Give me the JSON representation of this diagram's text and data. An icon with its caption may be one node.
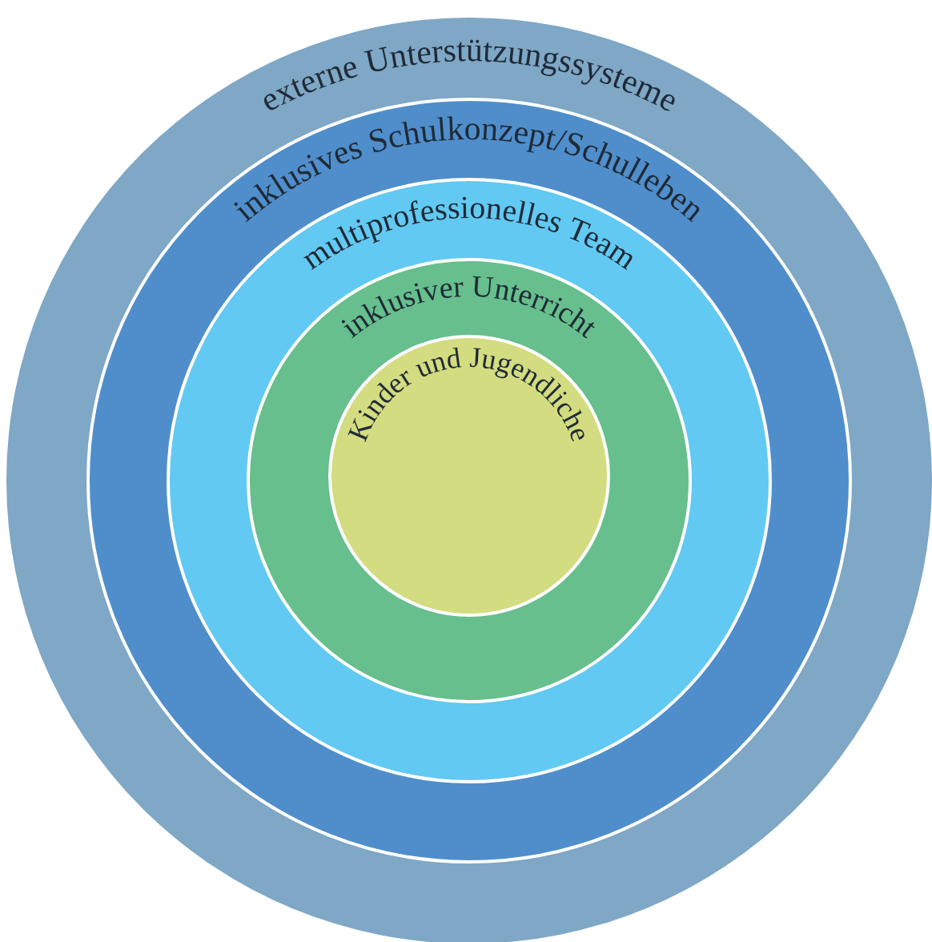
{
  "diagram": {
    "nodes": [
      {
        "text": [
          "externe Unterstützungssysteme"
        ]
      },
      {
        "text": [
          "inklusives Schulkonzept/Schulleben"
        ],
        "in": 0
      },
      {
        "text": [
          "multiprofessionelles Team"
        ],
        "in": 1
      },
      {
        "text": [
          "inklusiver Unterricht"
        ],
        "in": 2
      },
      {
        "text": [
          "Kinder und Jugendliche"
        ],
        "in": 3
      }
    ]
  }
}
